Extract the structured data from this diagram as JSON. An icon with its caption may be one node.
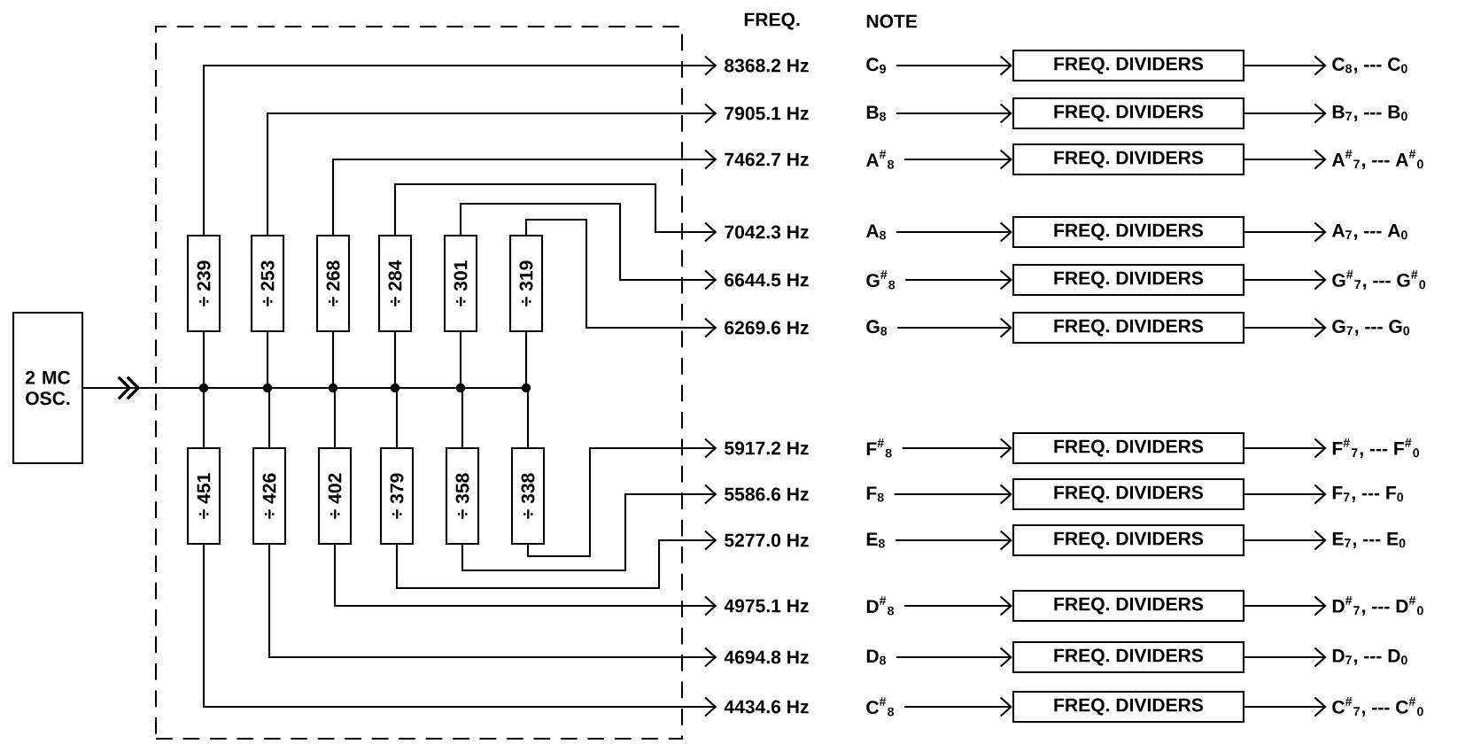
{
  "diagram": {
    "nodes": [
      {
        "text": [
          "2 MC OSC."
        ]
      },
      {
        "text": [],
        "shape": "box"
      },
      {
        "text": [
          "÷ 239"
        ],
        "in": 1
      },
      {
        "text": [
          "÷ 253"
        ],
        "in": 1
      },
      {
        "text": [
          "÷ 268"
        ],
        "in": 1
      },
      {
        "text": [
          "÷ 284"
        ],
        "in": 1
      },
      {
        "text": [
          "÷ 301"
        ],
        "in": 1
      },
      {
        "text": [
          "÷ 319"
        ],
        "in": 1
      },
      {
        "text": [
          "÷ 451"
        ],
        "in": 1
      },
      {
        "text": [
          "÷ 426"
        ],
        "in": 1
      },
      {
        "text": [
          "÷ 402"
        ],
        "in": 1
      },
      {
        "text": [
          "÷ 379"
        ],
        "in": 1
      },
      {
        "text": [
          "÷ 358"
        ],
        "in": 1
      },
      {
        "text": [
          "÷ 338"
        ],
        "in": 1
      },
      {
        "text": [
          "8368.2 Hz"
        ]
      },
      {
        "text": [
          "C$_{9}$"
        ]
      },
      {
        "text": [
          "FREQ. DIVIDERS"
        ]
      },
      {
        "text": [
          "C$_{8}$, --- C$_{0}$"
        ]
      },
      {
        "text": [
          "7905.1 Hz"
        ]
      },
      {
        "text": [
          "B$_{8}$"
        ]
      },
      {
        "text": [
          "FREQ. DIVIDERS"
        ]
      },
      {
        "text": [
          "B$_{7}$, --- B$_{0}$"
        ]
      },
      {
        "text": [
          "7462.7 Hz"
        ]
      },
      {
        "text": [
          "A$^{#}$$_{8}$"
        ]
      },
      {
        "text": [
          "FREQ. DIVIDERS"
        ]
      },
      {
        "text": [
          "A$^{#}$$_{7}$, --- A$^{#}$$_{0}$"
        ]
      },
      {
        "text": [
          "7042.3 Hz"
        ]
      },
      {
        "text": [
          "A$_{8}$"
        ]
      },
      {
        "text": [
          "FREQ. DIVIDERS"
        ]
      },
      {
        "text": [
          "A$_{7}$, --- A$_{0}$"
        ]
      },
      {
        "text": [
          "6644.5 Hz"
        ]
      },
      {
        "text": [
          "G$^{#}$$_{8}$"
        ]
      },
      {
        "text": [
          "FREQ. DIVIDERS"
        ]
      },
      {
        "text": [
          "G$^{#}$$_{7}$, --- G$^{#}$$_{0}$"
        ]
      },
      {
        "text": [
          "6269.6 Hz"
        ]
      },
      {
        "text": [
          "G$_{8}$"
        ]
      },
      {
        "text": [
          "FREQ. DIVIDERS"
        ]
      },
      {
        "text": [
          "G$_{7}$, --- G$_{0}$"
        ]
      },
      {
        "text": [
          "5917.2 Hz"
        ]
      },
      {
        "text": [
          "F$^{#}$$_{8}$"
        ]
      },
      {
        "text": [
          "FREQ. DIVIDERS"
        ]
      },
      {
        "text": [
          "F$^{#}$$_{7}$, --- F$^{#}$$_{0}$"
        ]
      },
      {
        "text": [
          "5586.6 Hz"
        ]
      },
      {
        "text": [
          "F$_{8}$"
        ]
      },
      {
        "text": [
          "FREQ. DIVIDERS"
        ]
      },
      {
        "text": [
          "F$_{7}$, --- F$_{0}$"
        ]
      },
      {
        "text": [
          "5277.0 Hz"
        ]
      },
      {
        "text": [
          "E$_{8}$"
        ]
      },
      {
        "text": [
          "FREQ. DIVIDERS"
        ]
      },
      {
        "text": [
          "E$_{7}$, --- E$_{0}$"
        ]
      },
      {
        "text": [
          "4975.1 Hz"
        ]
      },
      {
        "text": [
          "D$^{#}$$_{8}$"
        ]
      },
      {
        "text": [
          "FREQ. DIVIDERS"
        ]
      },
      {
        "text": [
          "D$^{#}$$_{7}$, --- D$^{#}$$_{0}$"
        ]
      },
      {
        "text": [
          "4694.8 Hz"
        ]
      },
      {
        "text": [
          "D$_{8}$"
        ]
      },
      {
        "text": [
          "FREQ. DIVIDERS"
        ]
      },
      {
        "text": [
          "D$_{7}$, --- D$_{0}$"
        ]
      },
      {
        "text": [
          "4434.6 Hz"
        ]
      },
      {
        "text": [
          "C$^{#}$$_{8}$"
        ]
      },
      {
        "text": [
          "FREQ. DIVIDERS"
        ]
      },
      {
        "text": [
          "C$^{#}$$_{7}$, --- C$^{#}$$_{0}$"
        ]
      }
    ],
    "edges": [
      {
        "from": 0,
        "to": 2,
        "arrow": "to"
      },
      {
        "from": 0,
        "to": 3,
        "arrow": "to"
      },
      {
        "from": 0,
        "to": 4,
        "arrow": "to"
      },
      {
        "from": 0,
        "to": 5,
        "arrow": "to"
      },
      {
        "from": 0,
        "to": 6,
        "arrow": "to"
      },
      {
        "from": 0,
        "to": 7,
        "arrow": "to"
      },
      {
        "from": 0,
        "to": 8,
        "arrow": "to"
      },
      {
        "from": 0,
        "to": 9,
        "arrow": "to"
      },
      {
        "from": 0,
        "to": 10,
        "arrow": "to"
      },
      {
        "from": 0,
        "to": 11,
        "arrow": "to"
      },
      {
        "from": 0,
        "to": 12,
        "arrow": "to"
      },
      {
        "from": 0,
        "to": 13,
        "arrow": "to"
      },
      {
        "from": 2,
        "to": 14,
        "arrow": "to"
      },
      {
        "from": 3,
        "to": 18,
        "arrow": "to"
      },
      {
        "from": 4,
        "to": 22,
        "arrow": "to"
      },
      {
        "from": 5,
        "to": 26,
        "arrow": "to"
      },
      {
        "from": 6,
        "to": 30,
        "arrow": "to"
      },
      {
        "from": 7,
        "to": 34,
        "arrow": "to"
      },
      {
        "from": 13,
        "to": 38,
        "arrow": "to"
      },
      {
        "from": 12,
        "to": 42,
        "arrow": "to"
      },
      {
        "from": 11,
        "to": 46,
        "arrow": "to"
      },
      {
        "from": 10,
        "to": 50,
        "arrow": "to"
      },
      {
        "from": 9,
        "to": 54,
        "arrow": "to"
      },
      {
        "from": 8,
        "to": 58,
        "arrow": "to"
      },
      {
        "from": 15,
        "to": 16,
        "arrow": "to"
      },
      {
        "from": 16,
        "to": 17,
        "arrow": "to"
      },
      {
        "from": 19,
        "to": 20,
        "arrow": "to"
      },
      {
        "from": 20,
        "to": 21,
        "arrow": "to"
      },
      {
        "from": 23,
        "to": 24,
        "arrow": "to"
      },
      {
        "from": 24,
        "to": 25,
        "arrow": "to"
      },
      {
        "from": 27,
        "to": 28,
        "arrow": "to"
      },
      {
        "from": 28,
        "to": 29,
        "arrow": "to"
      },
      {
        "from": 31,
        "to": 32,
        "arrow": "to"
      },
      {
        "from": 32,
        "to": 33,
        "arrow": "to"
      },
      {
        "from": 35,
        "to": 36,
        "arrow": "to"
      },
      {
        "from": 36,
        "to": 37,
        "arrow": "to"
      },
      {
        "from": 39,
        "to": 40,
        "arrow": "to"
      },
      {
        "from": 40,
        "to": 41,
        "arrow": "to"
      },
      {
        "from": 43,
        "to": 44,
        "arrow": "to"
      },
      {
        "from": 44,
        "to": 45,
        "arrow": "to"
      },
      {
        "from": 47,
        "to": 48,
        "arrow": "to"
      },
      {
        "from": 48,
        "to": 49,
        "arrow": "to"
      },
      {
        "from": 51,
        "to": 52,
        "arrow": "to"
      },
      {
        "from": 52,
        "to": 53,
        "arrow": "to"
      },
      {
        "from": 55,
        "to": 56,
        "arrow": "to"
      },
      {
        "from": 56,
        "to": 57,
        "arrow": "to"
      },
      {
        "from": 59,
        "to": 60,
        "arrow": "to"
      },
      {
        "from": 60,
        "to": 61,
        "arrow": "to"
      }
    ],
    "labels": [
      "FREQ.",
      "NOTE"
    ]
  }
}
